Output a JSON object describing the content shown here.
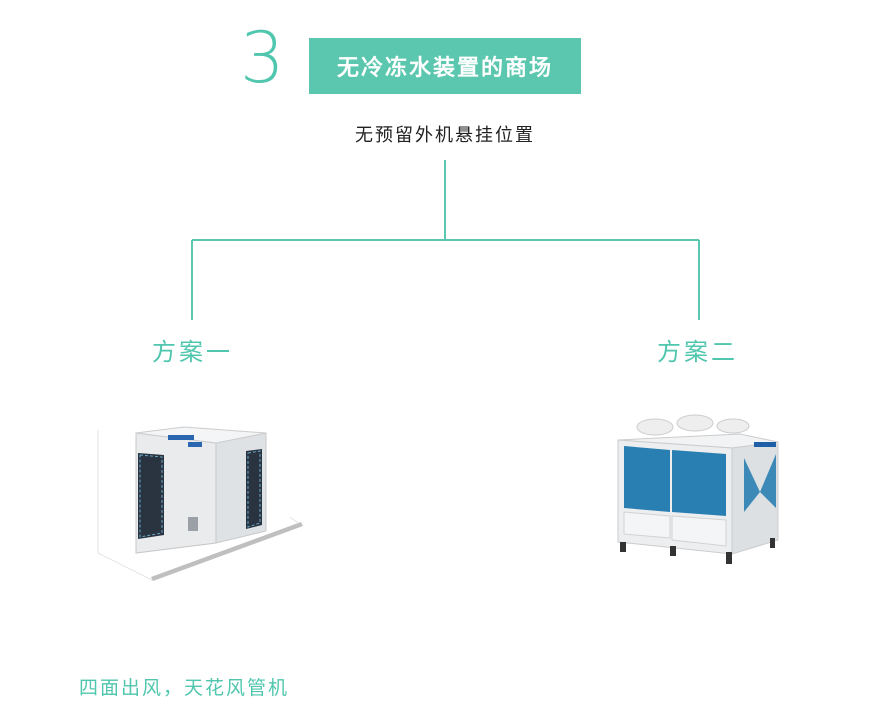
{
  "header": {
    "number": "3",
    "title": "无冷冻水装置的商场"
  },
  "subtitle": "无预留外机悬挂位置",
  "options": {
    "left_label": "方案一",
    "right_label": "方案二"
  },
  "caption": "四面出风，天花风管机",
  "colors": {
    "accent": "#4fc6ad",
    "title_bg": "#5bc7ae"
  },
  "images": {
    "left": "vrf-outdoor-unit-icon",
    "right": "modular-chiller-unit-icon"
  }
}
